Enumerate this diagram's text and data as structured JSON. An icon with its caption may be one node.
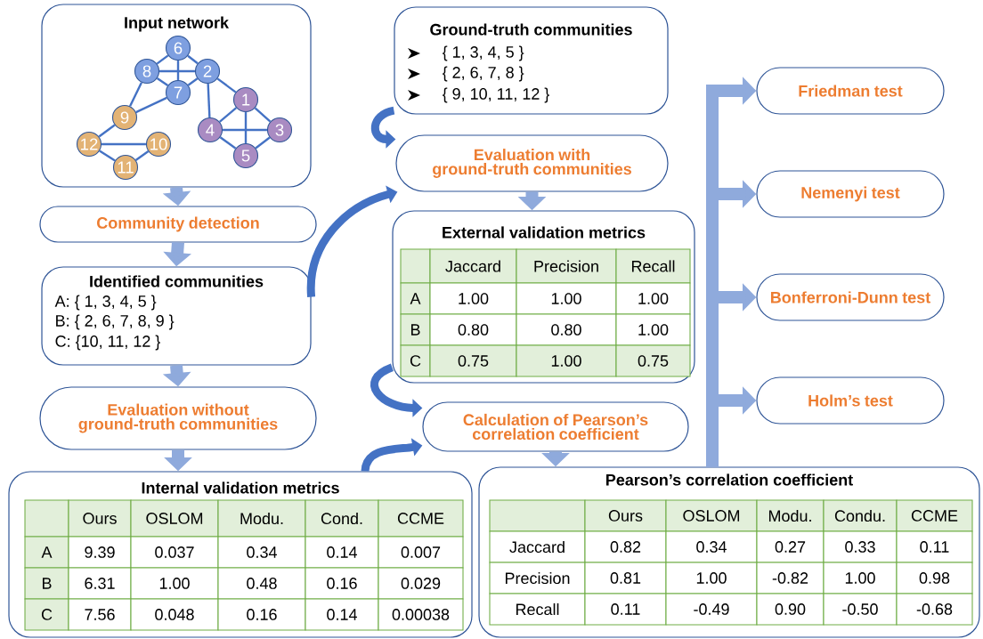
{
  "diagram": {
    "nodes": [
      {
        "text": [
          "Input network"
        ]
      },
      {
        "text": [
          "6"
        ],
        "in": 0
      },
      {
        "text": [
          "8"
        ],
        "in": 0
      },
      {
        "text": [
          "2"
        ],
        "in": 0
      },
      {
        "text": [
          "7"
        ],
        "in": 0
      },
      {
        "text": [
          "1"
        ],
        "in": 0
      },
      {
        "text": [
          "9"
        ],
        "in": 0
      },
      {
        "text": [
          "4"
        ],
        "in": 0
      },
      {
        "text": [
          "3"
        ],
        "in": 0
      },
      {
        "text": [
          "12"
        ],
        "in": 0
      },
      {
        "text": [
          "10"
        ],
        "in": 0
      },
      {
        "text": [
          "11"
        ],
        "in": 0
      },
      {
        "text": [
          "5"
        ],
        "in": 0
      },
      {
        "text": [
          "Community detection"
        ]
      },
      {
        "text": [
          "Identified communities",
          "A: { 1, 3, 4, 5 }",
          "B: { 2, 6, 7, 8, 9 }",
          "C: {10, 11, 12 }"
        ]
      },
      {
        "text": [
          "Evaluation without ground-truth communities"
        ]
      },
      {
        "text": [
          "Internal validation metrics",
          "Ours",
          "OSLOM",
          "Modu.",
          "Cond.",
          "CCME",
          "A",
          "9.39",
          "0.037",
          "0.34",
          "0.14",
          "0.007",
          "B",
          "6.31",
          "1.00",
          "0.48",
          "0.16",
          "0.029",
          "C",
          "7.56",
          "0.048",
          "0.16",
          "0.14",
          "0.00038"
        ]
      },
      {
        "text": [
          "Ground-truth communities",
          "{ 1, 3, 4, 5 }",
          "{ 2, 6, 7, 8 }",
          "{ 9, 10, 11, 12 }"
        ]
      },
      {
        "text": [
          "Evaluation with ground-truth communities"
        ]
      },
      {
        "text": [
          "External validation metrics",
          "Jaccard",
          "Precision",
          "Recall",
          "A",
          "1.00",
          "1.00",
          "1.00",
          "B",
          "0.80",
          "0.80",
          "1.00",
          "C",
          "0.75",
          "1.00",
          "0.75"
        ]
      },
      {
        "text": [
          "Calculation of Pearson’s correlation coefficient"
        ]
      },
      {
        "text": [
          "Pearson’s correlation coefficient",
          "Ours",
          "OSLOM",
          "Modu.",
          "Condu.",
          "CCME",
          "Jaccard",
          "0.82",
          "0.34",
          "0.27",
          "0.33",
          "0.11",
          "Precision",
          "0.81",
          "1.00",
          "-0.82",
          "1.00",
          "0.98",
          "Recall",
          "0.11",
          "-0.49",
          "0.90",
          "-0.50",
          "-0.68"
        ]
      },
      {
        "text": [
          "Friedman test"
        ]
      },
      {
        "text": [
          "Nemenyi test"
        ]
      },
      {
        "text": [
          "Bonferroni-Dunn test"
        ]
      },
      {
        "text": [
          "Holm’s test"
        ]
      }
    ],
    "edges": [
      {
        "from": 1,
        "to": 2,
        "arrow": "none"
      },
      {
        "from": 1,
        "to": 3,
        "arrow": "none"
      },
      {
        "from": 1,
        "to": 4,
        "arrow": "none"
      },
      {
        "from": 2,
        "to": 3,
        "arrow": "none"
      },
      {
        "from": 2,
        "to": 4,
        "arrow": "none"
      },
      {
        "from": 2,
        "to": 6,
        "arrow": "none"
      },
      {
        "from": 4,
        "to": 6,
        "arrow": "none"
      },
      {
        "from": 4,
        "to": 3,
        "arrow": "none"
      },
      {
        "from": 3,
        "to": 7,
        "arrow": "none"
      },
      {
        "from": 3,
        "to": 5,
        "arrow": "none"
      },
      {
        "from": 5,
        "to": 7,
        "arrow": "none"
      },
      {
        "from": 5,
        "to": 8,
        "arrow": "none"
      },
      {
        "from": 5,
        "to": 12,
        "arrow": "none"
      },
      {
        "from": 7,
        "to": 8,
        "arrow": "none"
      },
      {
        "from": 7,
        "to": 12,
        "arrow": "none"
      },
      {
        "from": 8,
        "to": 12,
        "arrow": "none"
      },
      {
        "from": 6,
        "to": 9,
        "arrow": "none"
      },
      {
        "from": 9,
        "to": 10,
        "arrow": "none"
      },
      {
        "from": 9,
        "to": 11,
        "arrow": "none"
      },
      {
        "from": 11,
        "to": 10,
        "arrow": "none"
      },
      {
        "from": 0,
        "to": 13,
        "arrow": "to",
        "style": "thick",
        "color": "#8faadc"
      },
      {
        "from": 13,
        "to": 14,
        "arrow": "to",
        "style": "thick",
        "color": "#8faadc"
      },
      {
        "from": 14,
        "to": 15,
        "arrow": "to",
        "style": "thick",
        "color": "#8faadc"
      },
      {
        "from": 15,
        "to": 16,
        "arrow": "to",
        "style": "thick",
        "color": "#8faadc"
      },
      {
        "from": 14,
        "to": 18,
        "arrow": "to",
        "style": "thick"
      },
      {
        "from": 17,
        "to": 18,
        "arrow": "to",
        "style": "thick"
      },
      {
        "from": 18,
        "to": 19,
        "arrow": "to",
        "style": "thick",
        "color": "#8faadc"
      },
      {
        "from": 19,
        "to": 20,
        "arrow": "to",
        "style": "thick"
      },
      {
        "from": 16,
        "to": 20,
        "arrow": "to",
        "style": "thick"
      },
      {
        "from": 20,
        "to": 21,
        "arrow": "to",
        "style": "thick",
        "color": "#8faadc"
      },
      {
        "from": 21,
        "to": 22,
        "arrow": "to",
        "style": "thick",
        "color": "#8faadc"
      },
      {
        "from": 21,
        "to": 23,
        "arrow": "to",
        "style": "thick",
        "color": "#8faadc"
      },
      {
        "from": 21,
        "to": 24,
        "arrow": "to",
        "style": "thick",
        "color": "#8faadc"
      },
      {
        "from": 21,
        "to": 25,
        "arrow": "to",
        "style": "thick",
        "color": "#8faadc"
      }
    ]
  }
}
